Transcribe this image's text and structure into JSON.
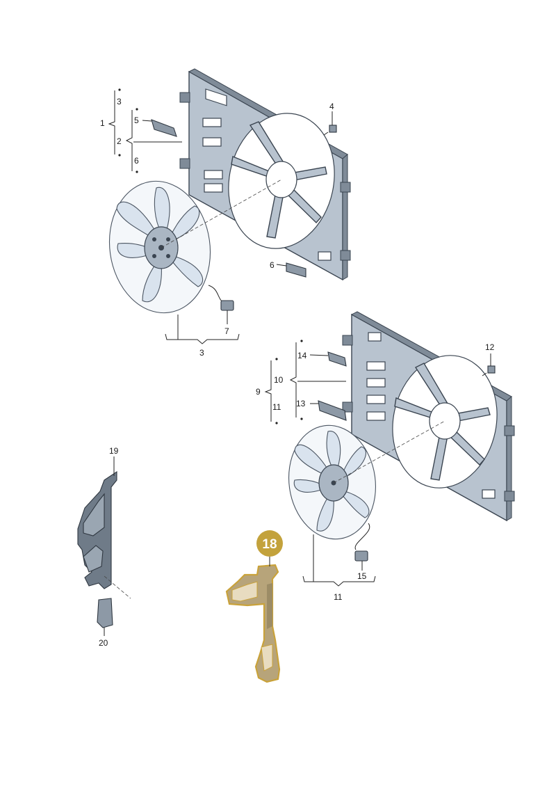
{
  "callouts": {
    "c1": "1",
    "c2": "2",
    "c3a": "3",
    "c3b": "3",
    "c4": "4",
    "c5": "5",
    "c6a": "6",
    "c6b": "6",
    "c7": "7",
    "c9": "9",
    "c10": "10",
    "c11a": "11",
    "c11b": "11",
    "c12": "12",
    "c13": "13",
    "c14": "14",
    "c15": "15",
    "c18": "18",
    "c19": "19",
    "c20": "20"
  },
  "colors": {
    "highlight_fill": "#b7a47a",
    "highlight_outline": "#c9a23a",
    "badge": "#c3a23c",
    "part_fill": "#b8c3cf"
  }
}
